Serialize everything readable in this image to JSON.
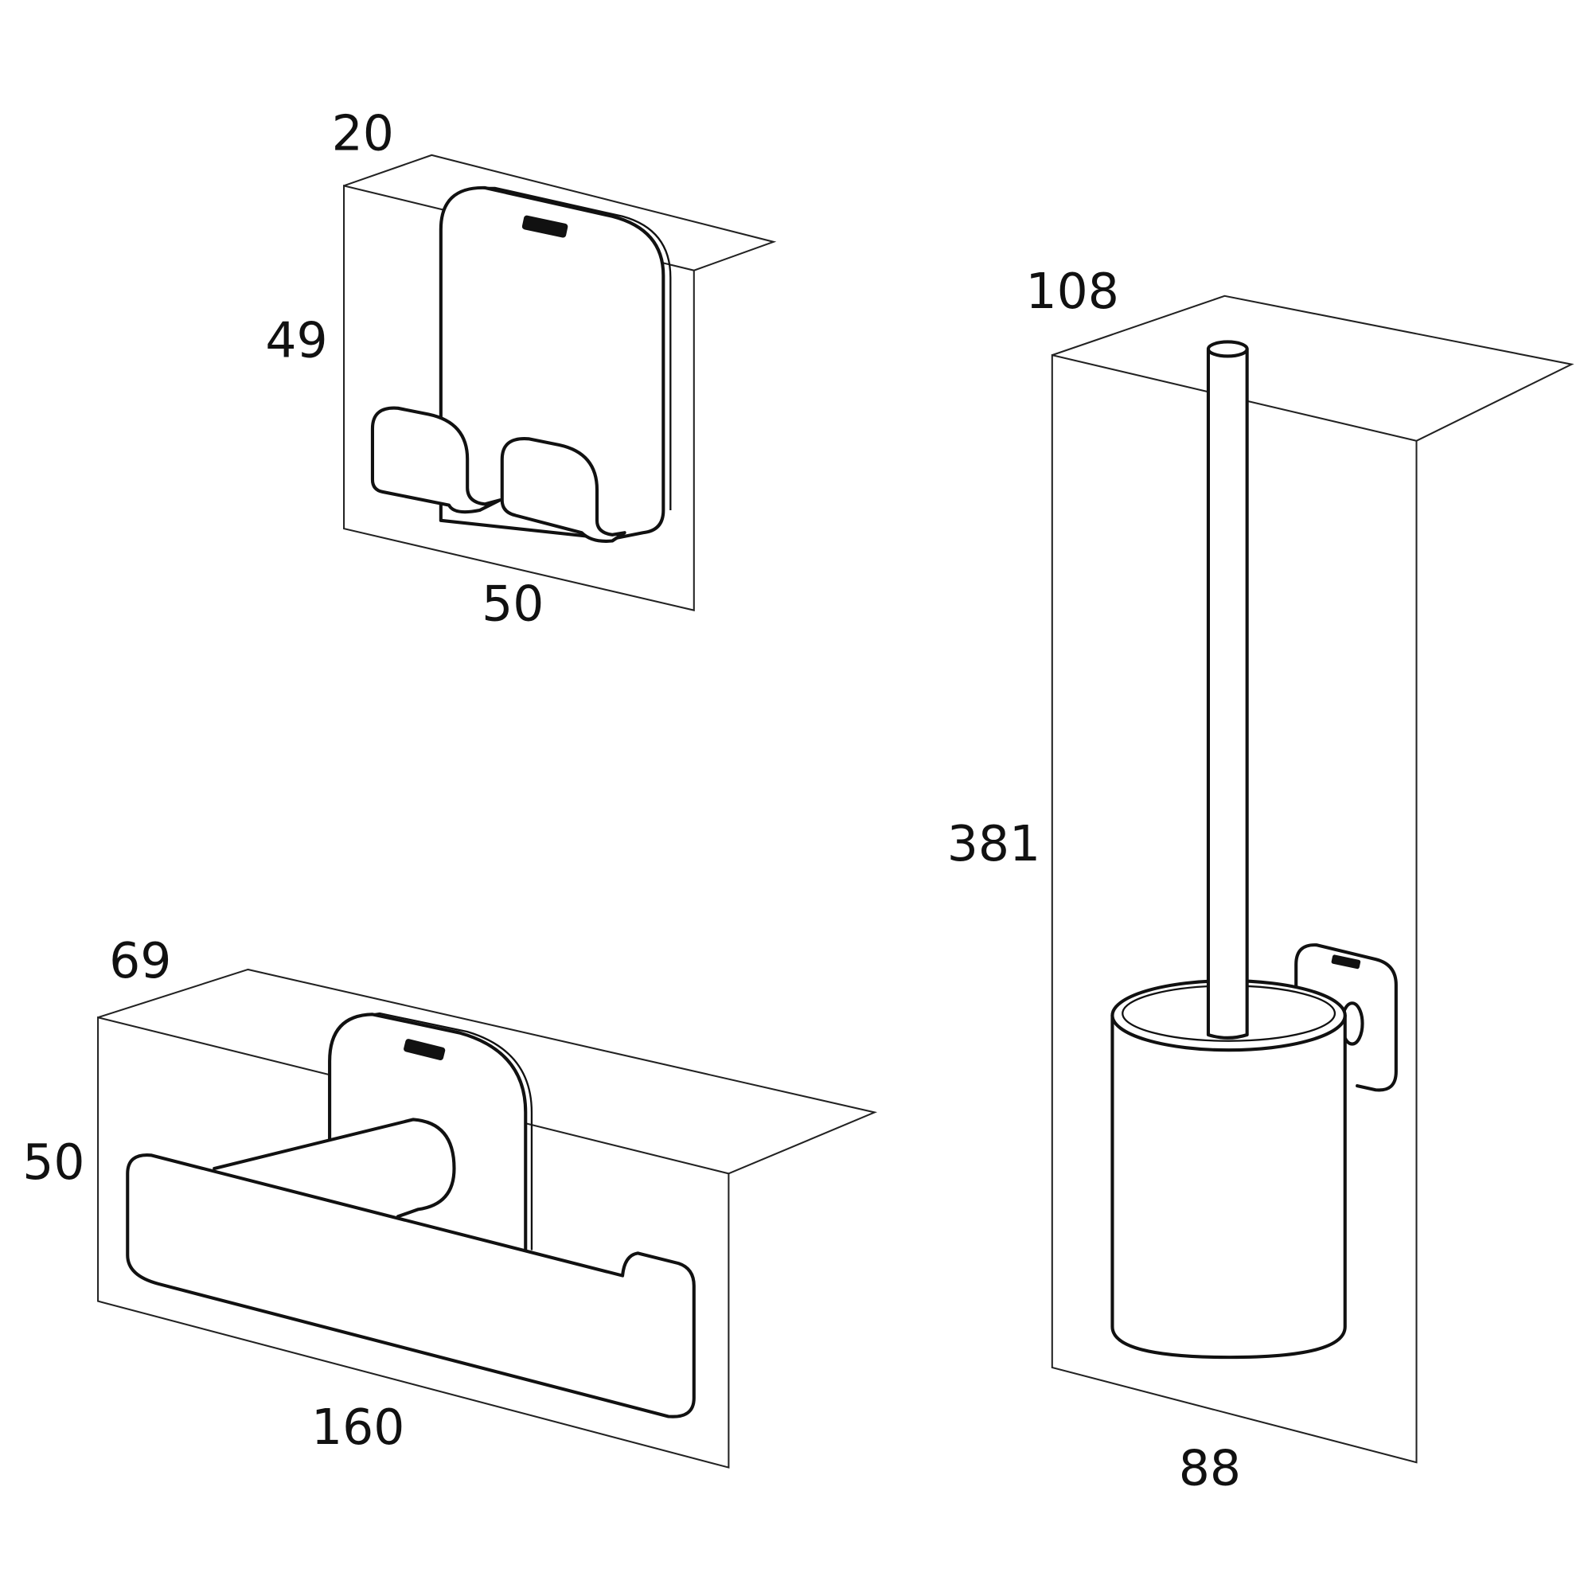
{
  "hook": {
    "depth": "20",
    "height": "49",
    "width": "50"
  },
  "paper_holder": {
    "depth": "69",
    "height": "50",
    "width": "160"
  },
  "toilet_brush": {
    "depth": "108",
    "height": "381",
    "width": "88"
  },
  "colors": {
    "line": "#111111",
    "background": "#ffffff"
  }
}
